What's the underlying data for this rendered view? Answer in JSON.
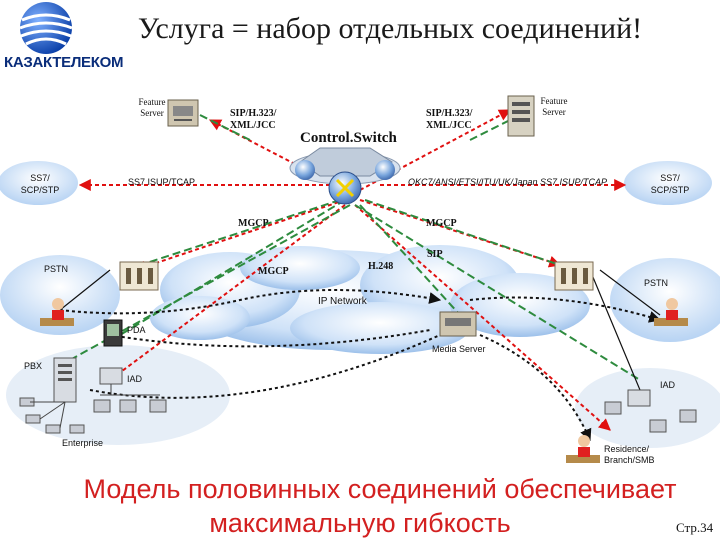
{
  "title": "Услуга = набор отдельных соединений!",
  "logo": {
    "text": "КАЗАКТЕЛЕКОМ"
  },
  "labels": {
    "feature_server_left": "Feature Server",
    "feature_server_right": "Feature Server",
    "sip_h323_left": "SIP/H.323/ XML/JCC",
    "sip_h323_right": "SIP/H.323/ XML/JCC",
    "control_switch": "Control.Switch",
    "ss7_left": "SS7/ SCP/STP",
    "ss7_right": "SS7/ SCP/STP",
    "isup_left": "SS7 ISUP/TCAP",
    "isup_right": "OKC7/ANSI/ETSI/ITU/UK/Japan SS7 ISUP/TCAP",
    "mgcp_left": "MGCP",
    "mgcp_right": "MGCP",
    "mgcp_mid": "MGCP",
    "sip_mid": "SIP",
    "h248": "H.248",
    "pstn_left": "PSTN",
    "pstn_right": "PSTN",
    "ip_network": "IP Network",
    "pda": "PDA",
    "media_server": "Media Server",
    "pbx": "PBX",
    "iad_left": "IAD",
    "iad_right": "IAD",
    "enterprise": "Enterprise",
    "residence": "Residence/ Branch/SMB"
  },
  "bottom": {
    "line1": "Модель половинных соединений обеспечивает",
    "line2": "максимальную гибкость"
  },
  "page_number": "Стр.34",
  "colors": {
    "title": "#1a1a1a",
    "bottom_text": "#d32020",
    "logo": "#0a2d7a",
    "cloud": "#c5dcf6",
    "red_dash": "#e01010",
    "green_dash": "#2e8b3e"
  }
}
